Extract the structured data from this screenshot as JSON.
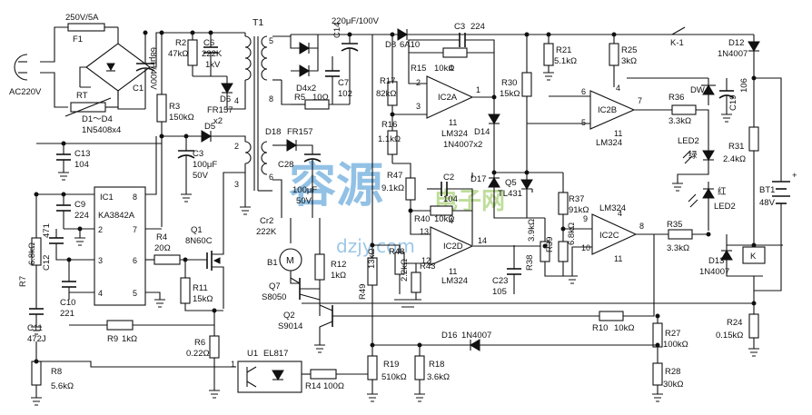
{
  "diagram": {
    "labels": {
      "f1_rating": "250V/5A",
      "f1": "F1",
      "rt": "RT",
      "ac": "AC220V",
      "d1d4": "D1～D4",
      "d1d4_part": "1N5408x4",
      "c1": "C1",
      "c1_val": "68μF/400V",
      "r2": "R2",
      "r2_val": "47kΩ",
      "c6": "C6",
      "c6_val": "222K",
      "c6_volt": "1kV",
      "d6": "D6",
      "d6_part": "FR157",
      "d6_x": "x2",
      "r3": "R3",
      "r3_val": "150kΩ",
      "d5": "D5",
      "c3": "C3",
      "c3_val": "100μF",
      "c3_volt": "50V",
      "t1": "T1",
      "t_pin5": "5",
      "t_pin4": "4",
      "t_pin6": "6",
      "t_pin8": "8",
      "t_pin2": "2",
      "t_pin3": "3",
      "c14_top": "220μF/100V",
      "c14": "C14",
      "d4x2": "D4x2",
      "r5": "R5",
      "r5_val": "10Ω",
      "c7": "C7",
      "c7_val": "102",
      "d18": "D18",
      "d18_part": "FR157",
      "c28": "C28",
      "c28_val": "100μF",
      "c28_volt": "50V",
      "cr2": "Cr2",
      "cr2_val": "222K",
      "c13": "C13",
      "c13_val": "104",
      "c9": "C9",
      "c9_val": "224",
      "ic1": "IC1",
      "ic1_part": "KA3842A",
      "c12": "C12",
      "c12_val": "471",
      "r7": "R7",
      "r7_val": "6.8kΩ",
      "c10": "C10",
      "c10_val": "221",
      "c11": "C11",
      "c11_val": "472J",
      "r9": "R9",
      "r9_val": "1kΩ",
      "r4": "R4",
      "r4_val": "20Ω",
      "q1": "Q1",
      "q1_part": "8N60C",
      "r11": "R11",
      "r11_val": "15kΩ",
      "r6": "R6",
      "r6_val": "0.22Ω",
      "r8": "R8",
      "r8_val": "5.6kΩ",
      "u1": "U1",
      "u1_part": "EL817",
      "r14": "R14",
      "r14_val": "100Ω",
      "b1": "B1",
      "motor": "M",
      "q7": "Q7",
      "q7_part": "S8050",
      "r12": "R12",
      "r12_val": "1kΩ",
      "q2": "Q2",
      "q2_part": "S9014",
      "r49": "R49",
      "r49_val": "13kΩ",
      "d8": "D8",
      "d8_part": "6A10",
      "c3b": "C3",
      "c3b_val": "224",
      "r15": "R15",
      "r15_val": "10kΩ",
      "r17": "R17",
      "r17_val": "82kΩ",
      "ic2a": "IC2A",
      "ic2a_part": "LM324",
      "r16": "R16",
      "r16_val": "1.1kΩ",
      "d14": "D14",
      "d14_part": "1N4007x2",
      "r47": "R47",
      "r47_val": "9.1kΩ",
      "r40": "R40",
      "r40_val": "10kΩ",
      "c2": "C2",
      "c2_val": "104",
      "d17": "D17",
      "q5": "Q5",
      "q5_part": "TL431",
      "r43": "R43",
      "r43_val": "2.2kΩ",
      "ic2d": "IC2D",
      "ic2d_part": "LM324",
      "c23": "C23",
      "c23_val": "105",
      "r37": "R37",
      "r37_val": "91kΩ",
      "r38": "R38",
      "r38_val": "3.9kΩ",
      "r39": "R39",
      "r39_val": "6.8kΩ",
      "r30": "R30",
      "r30_val": "15kΩ",
      "r21": "R21",
      "r21_val": "5.1kΩ",
      "r25": "R25",
      "r25_val": "3kΩ",
      "ic2b": "IC2B",
      "ic2b_part": "LM324",
      "ic2c": "IC2C",
      "ic2c_part": "LM324",
      "r36": "R36",
      "r36_val": "3.3kΩ",
      "r35": "R35",
      "r35_val": "3.3kΩ",
      "dw": "DW",
      "c19": "C19",
      "c19_val": "106",
      "k1": "K-1",
      "d12": "D12",
      "d12_part": "1N4007",
      "led2a": "LED2",
      "led_green": "绿",
      "led_red": "红",
      "led2b": "LED2",
      "r31": "R31",
      "r31_val": "2.4kΩ",
      "bt1": "BT1",
      "bt1_val": "48V",
      "d13": "D13",
      "d13_part": "1N4007",
      "relay": "K",
      "r10": "R10",
      "r10_val": "10kΩ",
      "r27": "R27",
      "r27_val": "100kΩ",
      "r28": "R28",
      "r28_val": "30kΩ",
      "r24": "R24",
      "r24_val": "0.15kΩ",
      "d16": "D16",
      "d16_part": "1N4007",
      "r19": "R19",
      "r19_val": "510kΩ",
      "r18": "R18",
      "r18_val": "3.6kΩ"
    },
    "watermark": {
      "cn": "容源",
      "cn_small": "电子网",
      "url": "dzjy.com"
    },
    "colors": {
      "ink": "#111111",
      "watermark_blue": "#3a8fd0",
      "watermark_green": "#8bc34a"
    }
  }
}
